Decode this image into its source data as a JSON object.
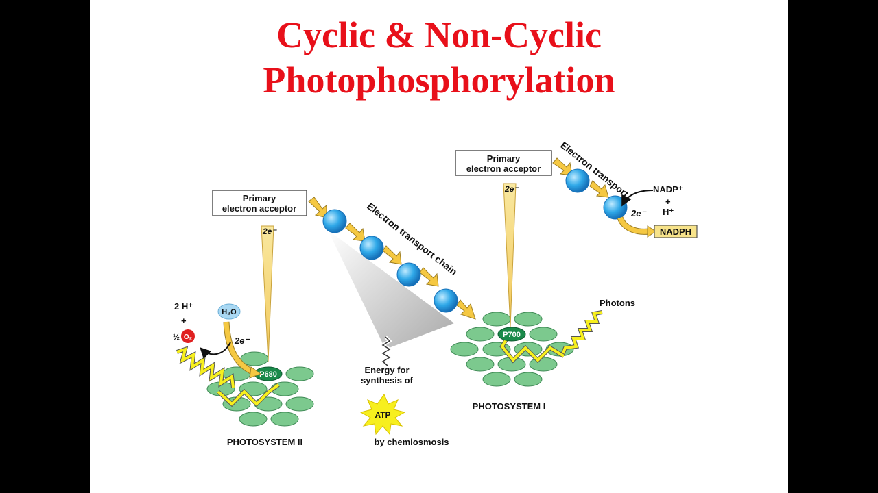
{
  "slide": {
    "title_line1": "Cyclic & Non-Cyclic",
    "title_line2": "Photophosphorylation",
    "title_color": "#e8101a"
  },
  "diagram": {
    "photosystem2": {
      "label": "PHOTOSYSTEM II",
      "reaction_center": "P680",
      "acceptor_line1": "Primary",
      "acceptor_line2": "electron acceptor",
      "electron_label": "2e⁻",
      "water": "H₂O",
      "water_electrons": "2e⁻",
      "products_h": "2 H⁺",
      "products_plus": "+",
      "products_half": "½",
      "products_o2": "O₂"
    },
    "chain": {
      "label": "Electron transport chain",
      "energy_line1": "Energy for",
      "energy_line2": "synthesis of",
      "atp": "ATP",
      "atp_note": "by chemiosmosis"
    },
    "photosystem1": {
      "label": "PHOTOSYSTEM I",
      "reaction_center": "P700",
      "acceptor_line1": "Primary",
      "acceptor_line2": "electron acceptor",
      "electron_label": "2e⁻",
      "transport_label": "Electron transport",
      "nadp": "NADP⁺",
      "plus": "+",
      "h": "H⁺",
      "nadph_electrons": "2e⁻",
      "nadph": "NADPH",
      "photons": "Photons"
    },
    "colors": {
      "pigment": "#7cc98e",
      "reaction_center": "#1a8a4a",
      "carrier": "#2fa8e8",
      "arrow": "#f5c842",
      "photon": "#f7ef1e",
      "o2": "#e02020"
    }
  }
}
